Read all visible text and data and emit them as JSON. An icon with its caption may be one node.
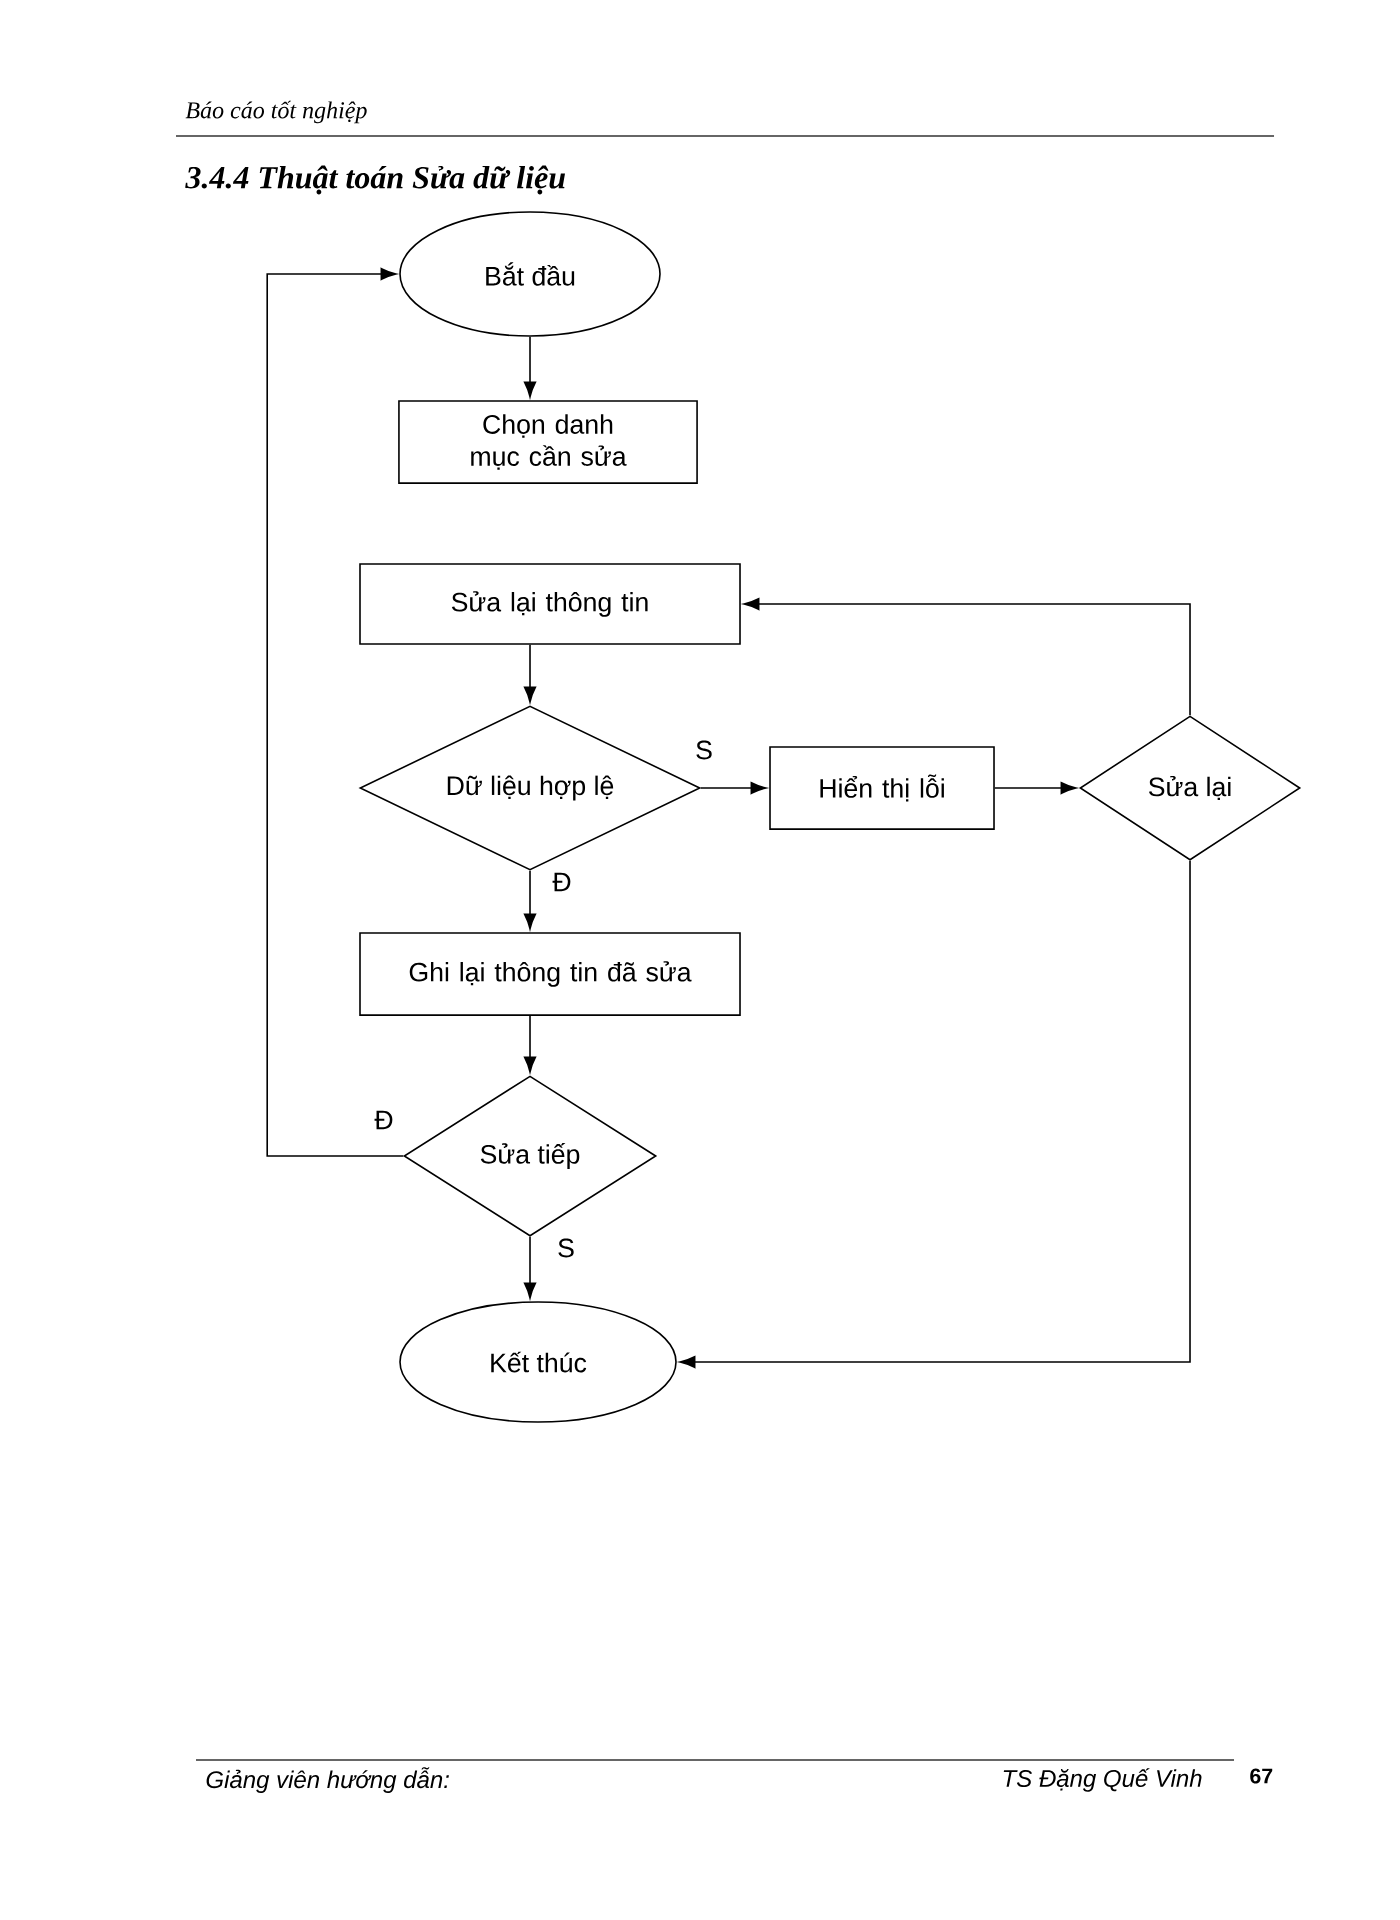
{
  "diagram": {
    "title": "3.4.4 Thuật toán Sửa dữ liệu",
    "nodes": [
      {
        "text": [
          "Bắt đầu"
        ]
      },
      {
        "text": [
          "Chọn danh mục cần sửa"
        ]
      },
      {
        "text": [
          "Sửa lại thông tin"
        ]
      },
      {
        "text": [
          "Dữ liệu hợp lệ"
        ]
      },
      {
        "text": [
          "Hiển thị lỗi"
        ]
      },
      {
        "text": [
          "Sửa lại"
        ]
      },
      {
        "text": [
          "Ghi lại thông tin đã sửa"
        ]
      },
      {
        "text": [
          "Sửa tiếp"
        ]
      },
      {
        "text": [
          "Kết thúc"
        ]
      }
    ],
    "edges": [
      {
        "from": 0,
        "to": 1,
        "arrow": "to"
      },
      {
        "from": 2,
        "to": 3,
        "arrow": "to"
      },
      {
        "from": 3,
        "to": 4,
        "arrow": "to",
        "label": "S"
      },
      {
        "from": 4,
        "to": 5,
        "arrow": "to"
      },
      {
        "from": 5,
        "to": 2,
        "arrow": "to"
      },
      {
        "from": 3,
        "to": 6,
        "arrow": "to",
        "label": "Đ"
      },
      {
        "from": 6,
        "to": 7,
        "arrow": "to"
      },
      {
        "from": 7,
        "to": 0,
        "arrow": "to",
        "label": "Đ"
      },
      {
        "from": 7,
        "to": 8,
        "arrow": "to",
        "label": "S"
      },
      {
        "from": 5,
        "to": 8,
        "arrow": "to"
      }
    ],
    "labels": [
      "Báo cáo tốt nghiệp",
      "Giảng viên hướng dẫn:",
      "TS Đặng Quế Vinh",
      "67"
    ]
  }
}
